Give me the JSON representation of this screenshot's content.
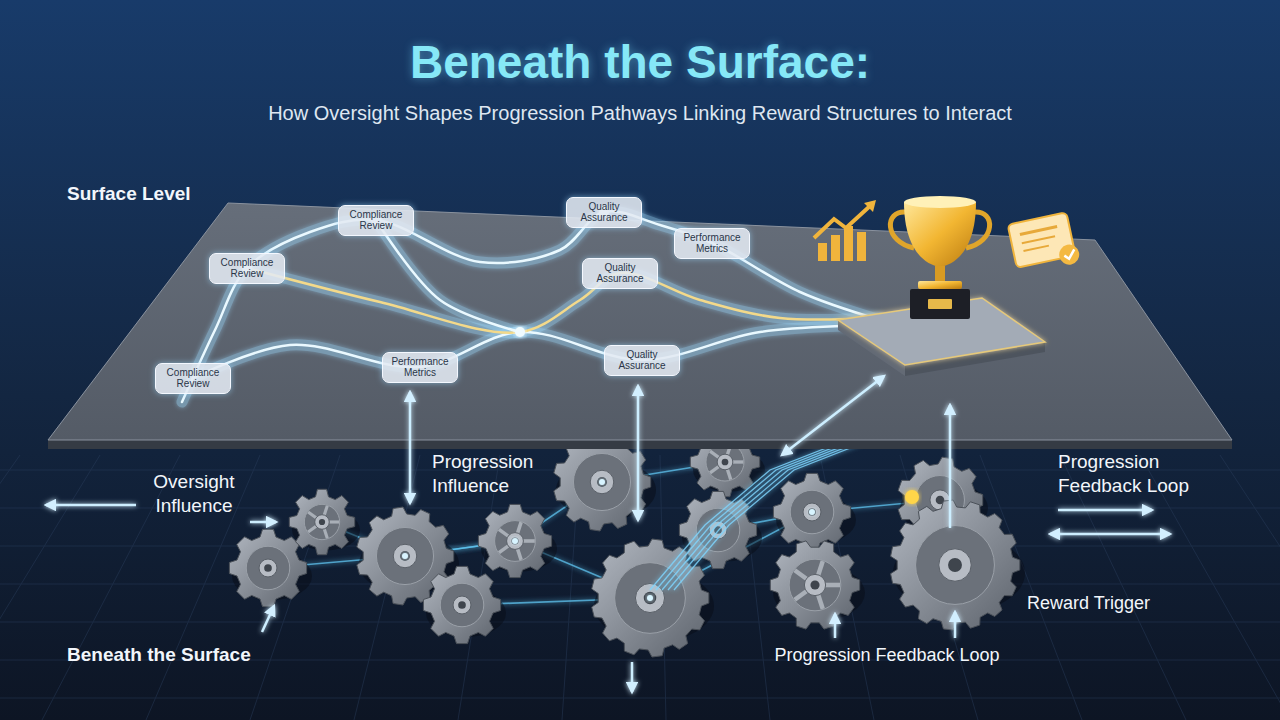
{
  "diagram": {
    "title": "Beneath the Surface:",
    "nodes": [
      {
        "text": [
          "Quality Assurance"
        ]
      },
      {
        "text": [
          "Compliance Review"
        ]
      },
      {
        "text": [
          "Performance Metrics"
        ]
      },
      {
        "text": [
          "Compliance Review"
        ]
      },
      {
        "text": [
          "Quality Assurance"
        ]
      },
      {
        "text": [
          "Quality Assurance"
        ]
      },
      {
        "text": [
          "Performance Metrics"
        ]
      },
      {
        "text": [
          "Compliance Review"
        ]
      }
    ],
    "labels": [
      "How Oversight Shapes Progression Pathways Linking Reward Structures to Interact",
      "Surface Level",
      "Oversight Influence",
      "Progression Influence",
      "Progression Feedback Loop",
      "Reward Trigger",
      "Beneath the Surface",
      "Progression Feedback Loop"
    ]
  }
}
